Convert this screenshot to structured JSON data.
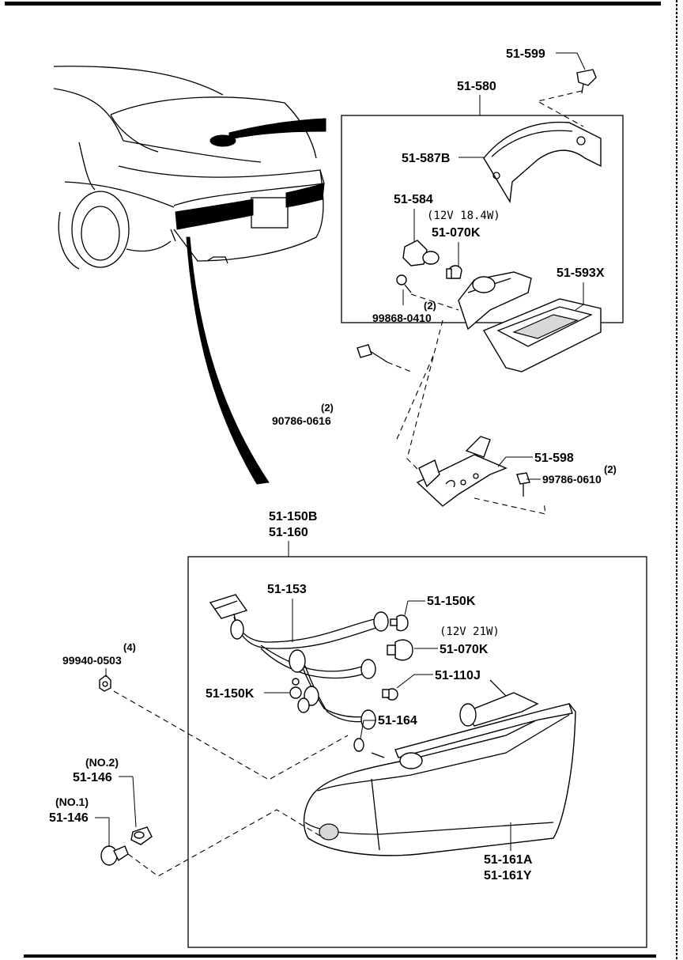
{
  "labels": {
    "p_51_599": "51-599",
    "p_51_580": "51-580",
    "p_51_587B": "51-587B",
    "p_51_584": "51-584",
    "spec_12v_18_4w": "(12V 18.4W)",
    "p_51_070K_top": "51-070K",
    "p_51_593X": "51-593X",
    "qty_2_a": "(2)",
    "p_99868_0410": "99868-0410",
    "qty_2_b": "(2)",
    "p_90786_0616": "90786-0616",
    "p_51_598": "51-598",
    "qty_2_c": "(2)",
    "p_99786_0610": "99786-0610",
    "p_51_150B": "51-150B",
    "p_51_160": "51-160",
    "p_51_153": "51-153",
    "p_51_150K_top": "51-150K",
    "qty_4": "(4)",
    "p_99940_0503": "99940-0503",
    "spec_12v_21w": "(12V 21W)",
    "p_51_070K_bottom": "51-070K",
    "p_51_150K_left": "51-150K",
    "p_51_110J": "51-110J",
    "p_51_164": "51-164",
    "no_2": "(NO.2)",
    "p_51_146_a": "51-146",
    "no_1": "(NO.1)",
    "p_51_146_b": "51-146",
    "p_51_161A": "51-161A",
    "p_51_161Y": "51-161Y"
  }
}
